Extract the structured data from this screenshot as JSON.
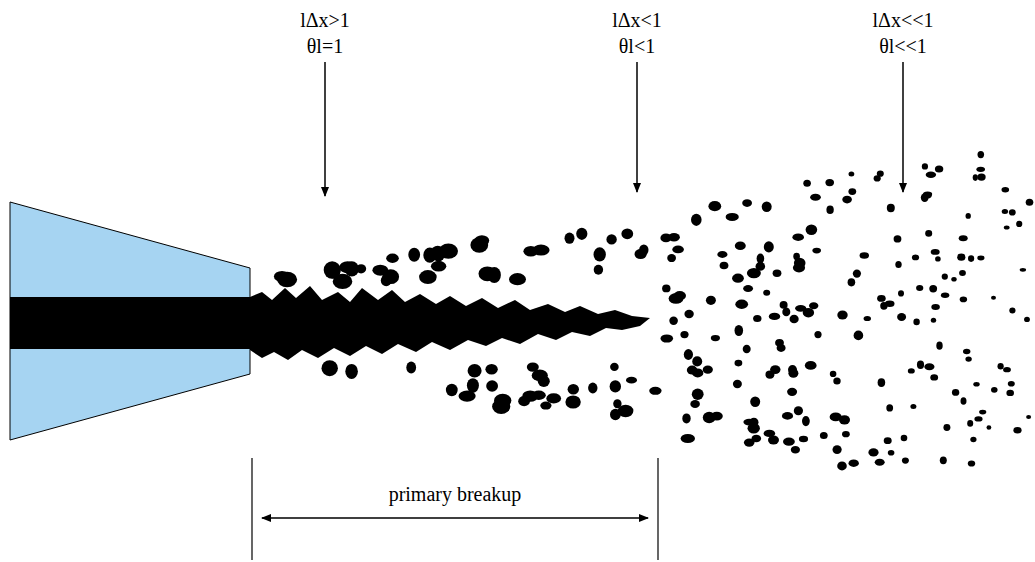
{
  "diagram": {
    "labels": [
      "lΔx>1",
      "θl=1",
      "lΔx<1",
      "θl<1",
      "lΔx<<1",
      "θl<<1",
      "primary breakup"
    ]
  }
}
